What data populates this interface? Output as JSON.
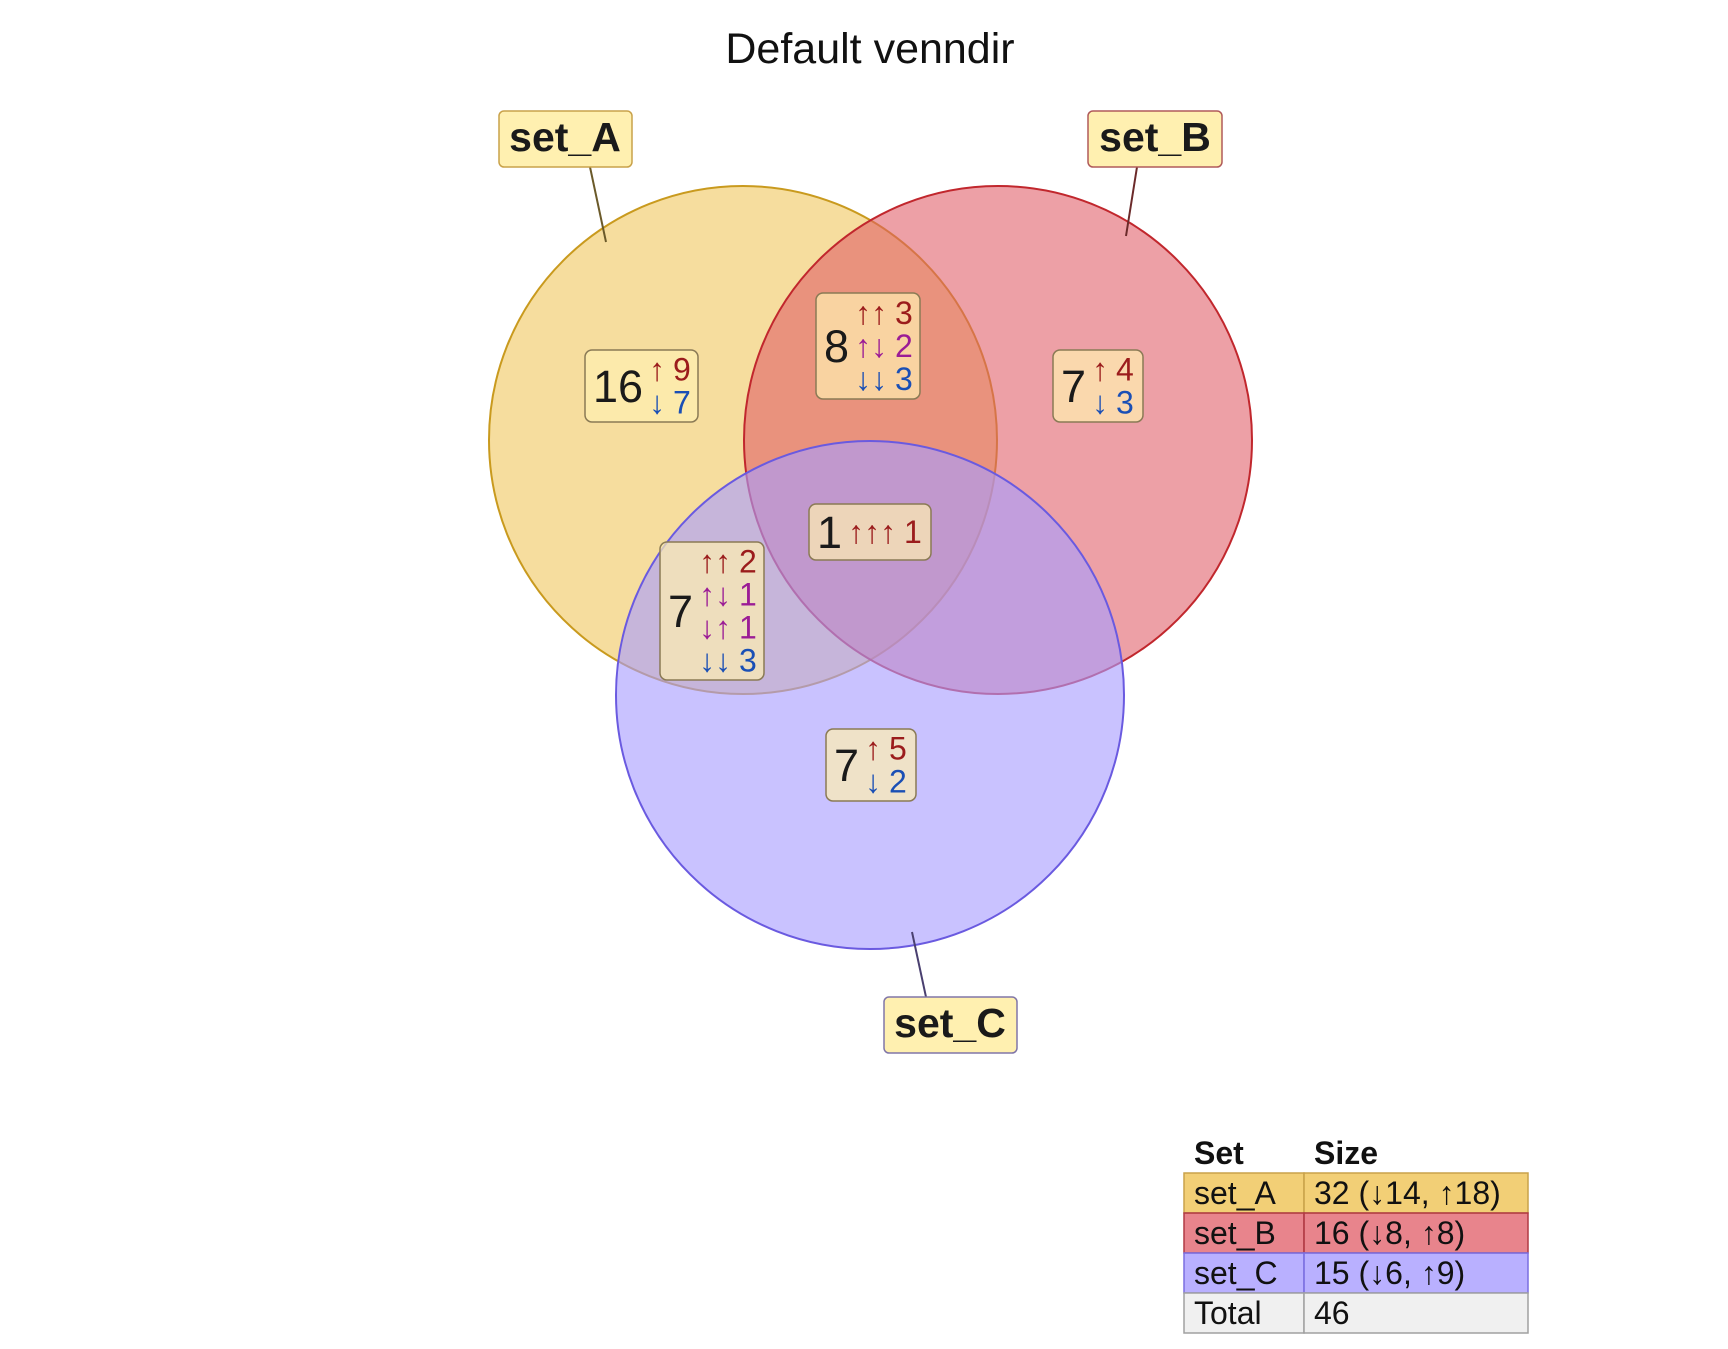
{
  "title": "Default venndir",
  "colors": {
    "set_A": "#f0c75e",
    "set_B": "#e05b66",
    "set_C": "#a89cff",
    "up": "#9b1c1c",
    "down": "#1a4fb5",
    "mixed": "#9b1c96",
    "label_fill": "#fff0b0"
  },
  "sets": [
    {
      "key": "A",
      "name": "set_A",
      "size": "32 (↓14, ↑18)"
    },
    {
      "key": "B",
      "name": "set_B",
      "size": "16 (↓8, ↑8)"
    },
    {
      "key": "C",
      "name": "set_C",
      "size": "15 (↓6, ↑9)"
    }
  ],
  "regions": [
    {
      "id": "A",
      "count": "16",
      "lines": [
        {
          "arrows": "↑",
          "n": "9",
          "tone": "up"
        },
        {
          "arrows": "↓",
          "n": "7",
          "tone": "down"
        }
      ]
    },
    {
      "id": "AB",
      "count": "8",
      "lines": [
        {
          "arrows": "↑↑",
          "n": "3",
          "tone": "up"
        },
        {
          "arrows": "↑↓",
          "n": "2",
          "tone": "mixed"
        },
        {
          "arrows": "↓↓",
          "n": "3",
          "tone": "down"
        }
      ]
    },
    {
      "id": "B",
      "count": "7",
      "lines": [
        {
          "arrows": "↑",
          "n": "4",
          "tone": "up"
        },
        {
          "arrows": "↓",
          "n": "3",
          "tone": "down"
        }
      ]
    },
    {
      "id": "ABC",
      "count": "1",
      "lines": [
        {
          "arrows": "↑↑↑",
          "n": "1",
          "tone": "up"
        }
      ]
    },
    {
      "id": "AC",
      "count": "7",
      "lines": [
        {
          "arrows": "↑↑",
          "n": "2",
          "tone": "up"
        },
        {
          "arrows": "↑↓",
          "n": "1",
          "tone": "mixed"
        },
        {
          "arrows": "↓↑",
          "n": "1",
          "tone": "mixed"
        },
        {
          "arrows": "↓↓",
          "n": "3",
          "tone": "down"
        }
      ]
    },
    {
      "id": "C",
      "count": "7",
      "lines": [
        {
          "arrows": "↑",
          "n": "5",
          "tone": "up"
        },
        {
          "arrows": "↓",
          "n": "2",
          "tone": "down"
        }
      ]
    }
  ],
  "legend": {
    "header_set": "Set",
    "header_size": "Size",
    "total_label": "Total",
    "total_value": "46"
  }
}
